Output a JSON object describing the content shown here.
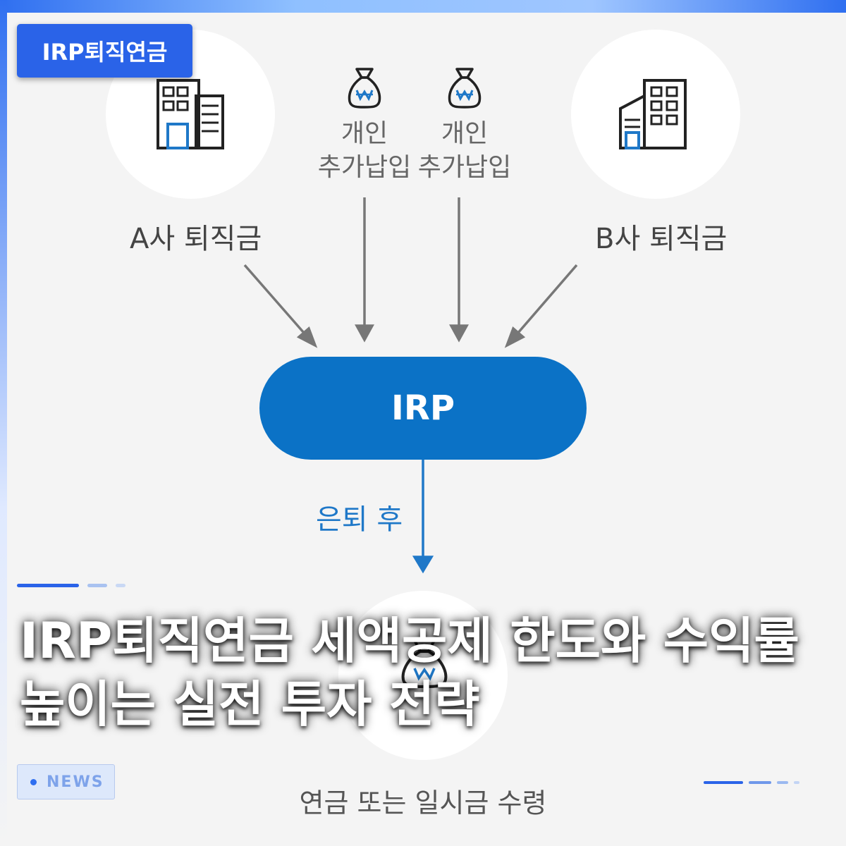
{
  "badge": {
    "label": "IRP퇴직연금"
  },
  "diagram": {
    "company_a_label": "A사 퇴직금",
    "company_b_label": "B사 퇴직금",
    "contribution_1": {
      "line1": "개인",
      "line2": "추가납입"
    },
    "contribution_2": {
      "line1": "개인",
      "line2": "추가납입"
    },
    "center_label": "IRP",
    "retire_label": "은퇴 후",
    "receive_label": "연금 또는 일시금 수령"
  },
  "headline": {
    "line1": "IRP퇴직연금 세액공제 한도와 수익률",
    "line2": "높이는 실전 투자 전략"
  },
  "news_tag": {
    "label": "NEWS"
  },
  "colors": {
    "accent": "#2a63e8",
    "irp_pill": "#0b72c6",
    "arrow_gray": "#777777",
    "arrow_blue": "#1f78c8"
  }
}
